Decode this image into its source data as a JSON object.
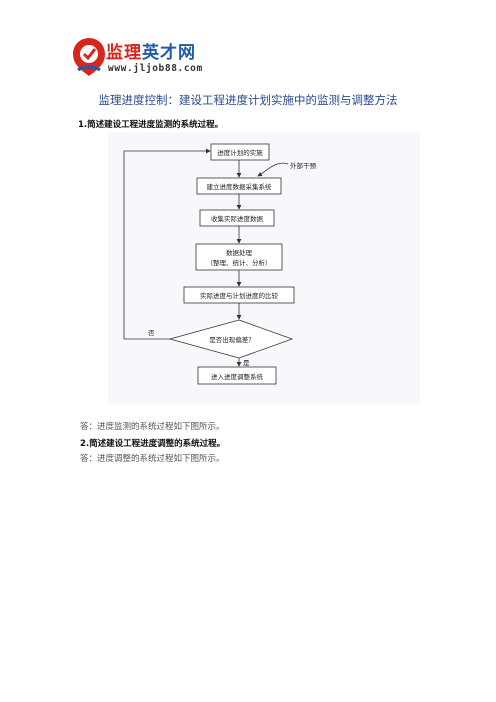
{
  "logo": {
    "brand_red": "监理",
    "brand_blue": "英才网",
    "url": "www.jljob88.com"
  },
  "title": "监理进度控制：建设工程进度计划实施中的监测与调整方法",
  "question1": "1.简述建设工程进度监测的系统过程。",
  "flowchart": {
    "nodes": {
      "n1": "进度计划的实施",
      "n2": "建立进度数据采集系统",
      "n3": "收集实际进度数据",
      "n4_line1": "数据处理",
      "n4_line2": "（整理、统计、分析）",
      "n5": "实际进度与计划进度的比较",
      "n6": "是否出现偏差？",
      "n7": "进入进度调整系统"
    },
    "external": "外部干预",
    "no_label": "否",
    "yes_label": "是"
  },
  "answer1": "答：进度监测的系统过程如下图所示。",
  "question2": "2.简述建设工程进度调整的系统过程。",
  "answer2": "答：进度调整的系统过程如下图所示。",
  "colors": {
    "brand_red": "#d7261e",
    "brand_blue": "#1f5aa6",
    "title_blue": "#2a4a8c"
  }
}
